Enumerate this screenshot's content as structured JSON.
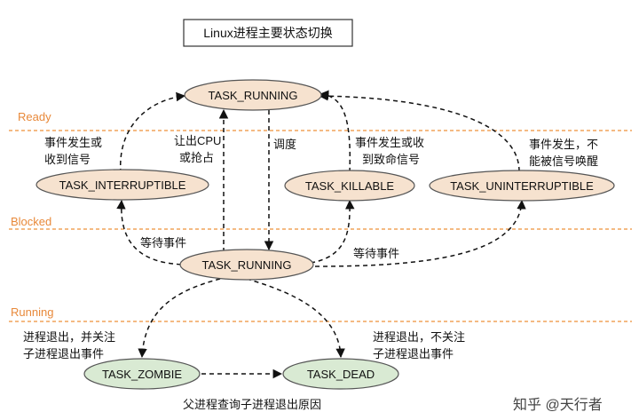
{
  "title": "Linux进程主要状态切换",
  "sections": {
    "ready": "Ready",
    "blocked": "Blocked",
    "running": "Running"
  },
  "nodes": {
    "running_top": "TASK_RUNNING",
    "interruptible": "TASK_INTERRUPTIBLE",
    "killable": "TASK_KILLABLE",
    "uninterruptible": "TASK_UNINTERRUPTIBLE",
    "running_mid": "TASK_RUNNING",
    "zombie": "TASK_ZOMBIE",
    "dead": "TASK_DEAD"
  },
  "labels": {
    "signal_interruptible": [
      "事件发生或",
      "收到信号"
    ],
    "yield_cpu": [
      "让出CPU",
      "或抢占"
    ],
    "schedule": "调度",
    "signal_killable": [
      "事件发生或收",
      "到致命信号"
    ],
    "event_uninterruptible": [
      "事件发生，不",
      "能被信号唤醒"
    ],
    "wait_left": "等待事件",
    "wait_right": "等待事件",
    "exit_parent_cares": [
      "进程退出，并关注",
      "子进程退出事件"
    ],
    "exit_parent_ignores": [
      "进程退出，不关注",
      "子进程退出事件"
    ],
    "parent_query": "父进程查询子进程退出原因"
  },
  "watermark": "知乎 @天行者"
}
